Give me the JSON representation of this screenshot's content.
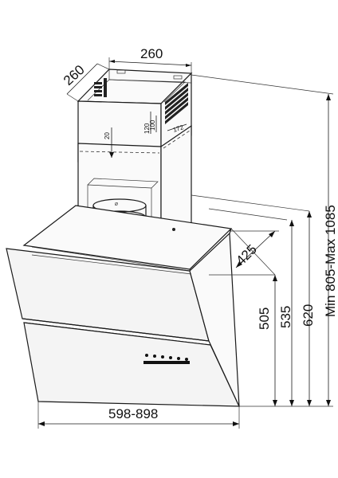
{
  "dimensions": {
    "chimney_width": "260",
    "chimney_depth": "260",
    "height_min_max": "Min 805-Max 1085",
    "height_620": "620",
    "height_535": "535",
    "height_505": "505",
    "depth_425": "425",
    "hood_width": "598-898",
    "duct_offset": "20",
    "vent_height_120": "120",
    "vent_height_100": "100",
    "vent_width_172": "172",
    "outlet_diameter": "Ø"
  }
}
